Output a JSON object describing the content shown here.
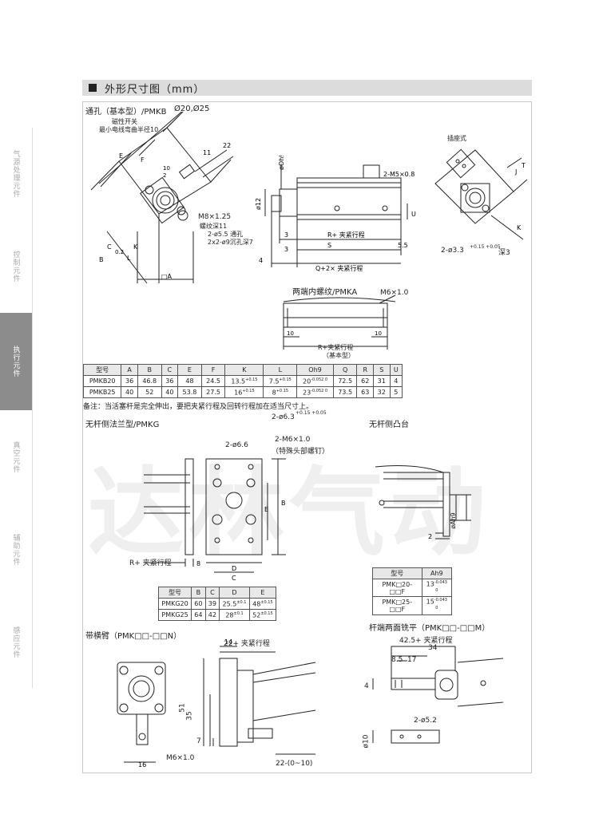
{
  "side_tabs": [
    {
      "label": "气源处理元件",
      "active": false
    },
    {
      "label": "控制元件",
      "active": false
    },
    {
      "label": "执行元件",
      "active": true
    },
    {
      "label": "真空元件",
      "active": false
    },
    {
      "label": "辅助元件",
      "active": false
    },
    {
      "label": "感应元件",
      "active": false
    }
  ],
  "colors": {
    "active_tab": "#8c8c8c",
    "tab_bg": "#ececec",
    "header_bg": "#dcdcdc"
  },
  "header": {
    "title": "外形尺寸图（mm）"
  },
  "watermark": "达林气动",
  "sec1": {
    "title": "通孔（基本型）/PMKB",
    "sizes": "Ø20,Ø25",
    "labels": {
      "magnet_switch": "磁性开关",
      "min_bend": "最小电线弯曲半径10",
      "E": "E",
      "F": "F",
      "C": "C",
      "B": "B",
      "A_box": "□A",
      "K": "K",
      "L": "L",
      "dim22": "22",
      "dim11": "11",
      "dim10": "10",
      "dim2": "2",
      "dim02": "0.2",
      "m8": "M8×1.25",
      "thread_depth": "螺纹深11",
      "thru": "2-ø5.5 通孔",
      "cbore": "2x2-ø9沉孔深7",
      "oh9": "øOh9",
      "d12": "ø12",
      "m5": "2-M5×0.8",
      "U": "U",
      "R": "R+ 夹紧行程",
      "S": "S",
      "d3": "3",
      "d4": "4",
      "d55": "5.5",
      "Q": "Q+2× 夹紧行程",
      "plug": "插座式",
      "d33": "2-ø3.3",
      "tol33": "+0.15 +0.05",
      "deep3": "深3",
      "J": "J",
      "T": "T",
      "pmka": "两端内螺纹/PMKA",
      "m6": "M6×1.0",
      "d10a": "10",
      "d10b": "10",
      "pmka_r": "R+夹紧行程",
      "pmka_basic": "（基本型）"
    }
  },
  "table1": {
    "headers": [
      "型号",
      "A",
      "B",
      "C",
      "E",
      "F",
      "K",
      "L",
      "Oh9",
      "Q",
      "R",
      "S",
      "U"
    ],
    "rows": [
      {
        "cells": [
          "PMKB20",
          "36",
          "46.8",
          "36",
          "48",
          "24.5",
          "13.5",
          "7.5",
          "20",
          "72.5",
          "62",
          "31",
          "4"
        ],
        "tk": "+0.15",
        "tl": "+0.15",
        "to": "-0.052 0"
      },
      {
        "cells": [
          "PMKB25",
          "40",
          "52",
          "40",
          "53.8",
          "27.5",
          "16",
          "8",
          "23",
          "73.5",
          "63",
          "32",
          "5"
        ],
        "tk": "+0.15",
        "tl": "+0.15",
        "to": "-0.052 0"
      }
    ]
  },
  "note": "备注：当活塞杆是完全伸出，要把夹紧行程及回转行程加在适当尺寸上。",
  "sec2": {
    "title": "无杆侧法兰型/PMKG",
    "labels": {
      "h63": "2-ø6.3",
      "tol63": "+0.15 +0.05",
      "h66": "2-ø6.6",
      "m6": "2-M6×1.0",
      "special": "（特殊头部螺钉）",
      "E": "E",
      "B": "B",
      "D": "D",
      "C": "C",
      "R": "R+ 夹紧行程",
      "d8": "8"
    }
  },
  "table2": {
    "headers": [
      "型号",
      "B",
      "C",
      "D",
      "E"
    ],
    "rows": [
      {
        "cells": [
          "PMKG20",
          "60",
          "39",
          "25.5",
          "48"
        ],
        "td": "±0.1",
        "te": "±0.15"
      },
      {
        "cells": [
          "PMKG25",
          "64",
          "42",
          "28",
          "52"
        ],
        "td": "±0.1",
        "te": "±0.15"
      }
    ]
  },
  "sec3": {
    "title": "无杆侧凸台",
    "labels": {
      "d2": "2",
      "ah9": "øAh9"
    }
  },
  "table3": {
    "headers": [
      "型号",
      "Ah9"
    ],
    "rows": [
      {
        "cells": [
          "PMK□20-□□F",
          "13"
        ],
        "tol": "-0.043 0"
      },
      {
        "cells": [
          "PMK□25-□□F",
          "15"
        ],
        "tol": "-0.043 0"
      }
    ]
  },
  "sec4": {
    "title": "带横臂（PMK□□-□□N）",
    "labels": {
      "d22": "22+ 夹紧行程",
      "d14": "14",
      "d51": "51",
      "d35": "35",
      "d7": "7",
      "m6": "M6×1.0",
      "d16": "16",
      "d22b": "22-(0~10)"
    }
  },
  "sec5": {
    "title": "杆端两面铣平（PMK□□-□□M）",
    "labels": {
      "d425": "42.5+ 夹紧行程",
      "d34": "34",
      "d85": "8.5",
      "d17": "17",
      "d4": "4",
      "h52": "2-ø5.2",
      "d10": "ø10"
    }
  }
}
